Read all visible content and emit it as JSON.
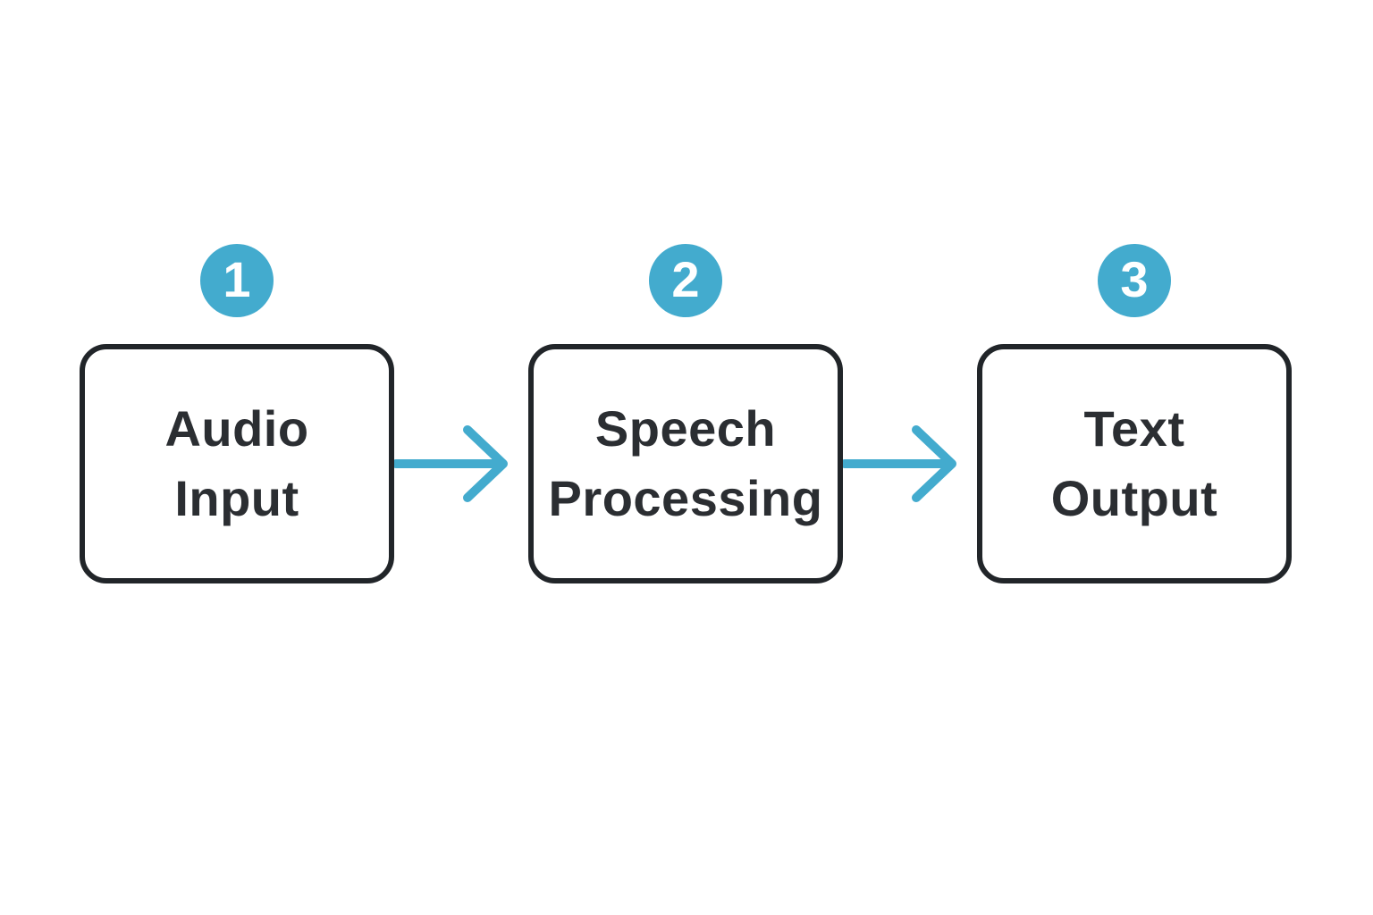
{
  "diagram": {
    "title": "three-step speech-to-text flow",
    "type": "flowchart",
    "direction": "left-to-right",
    "steps": [
      {
        "number": "1",
        "lines": [
          "Audio",
          "Input"
        ]
      },
      {
        "number": "2",
        "lines": [
          "Speech",
          "Processing"
        ]
      },
      {
        "number": "3",
        "lines": [
          "Text",
          "Output"
        ]
      }
    ],
    "connectors": [
      {
        "from": "Audio Input",
        "to": "Speech Processing",
        "style": "arrow-right"
      },
      {
        "from": "Speech Processing",
        "to": "Text Output",
        "style": "arrow-right"
      }
    ],
    "colors": {
      "accent": "#43abce",
      "box_border": "#212529",
      "text": "#2b2e32",
      "badge_text": "#ffffff",
      "background": "#ffffff"
    }
  }
}
